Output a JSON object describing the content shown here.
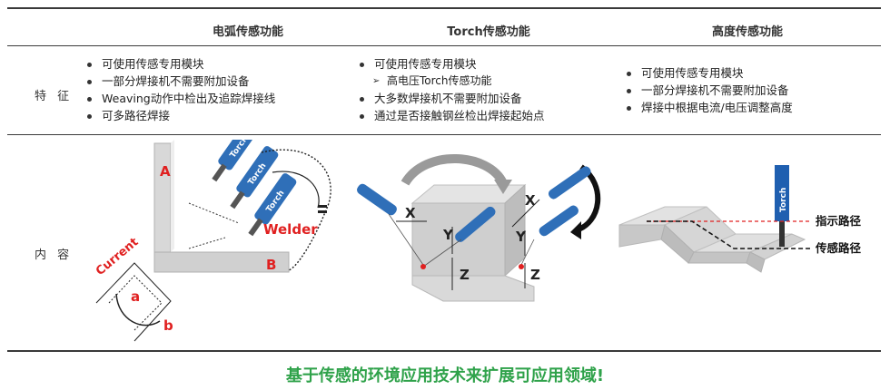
{
  "headers": {
    "arc": "电弧传感功能",
    "torch": "Torch传感功能",
    "height": "高度传感功能"
  },
  "row_labels": {
    "features": "特 征",
    "content": "内 容"
  },
  "features": {
    "arc": [
      "可使用传感专用模块",
      "一部分焊接机不需要附加设备",
      "Weaving动作中检出及追踪焊接线",
      "可多路径焊接"
    ],
    "torch_first": "可使用传感专用模块",
    "torch_sub": "高电压Torch传感功能",
    "torch_rest": [
      "大多数焊接机不需要附加设备",
      "通过是否接触钢丝检出焊接起始点"
    ],
    "height": [
      "可使用传感专用模块",
      "一部分焊接机不需要附加设备",
      "焊接中根据电流/电压调整高度"
    ]
  },
  "diagram_arc": {
    "label_a_plate": "A",
    "label_b_plate": "B",
    "torch_label": "Torch",
    "welder": "Welder",
    "current": "Current",
    "point_a": "a",
    "point_b": "b"
  },
  "diagram_torch": {
    "x": "X",
    "y": "Y",
    "z": "Z"
  },
  "diagram_height": {
    "torch_label": "Torch",
    "guide_path": "指示路径",
    "sensing_path": "传感路径"
  },
  "footer": "基于传感的环境应用技术来扩展可应用领域!",
  "colors": {
    "red": "#e02020",
    "torch_blue": "#2f6fb8",
    "green": "#2fa24a"
  }
}
